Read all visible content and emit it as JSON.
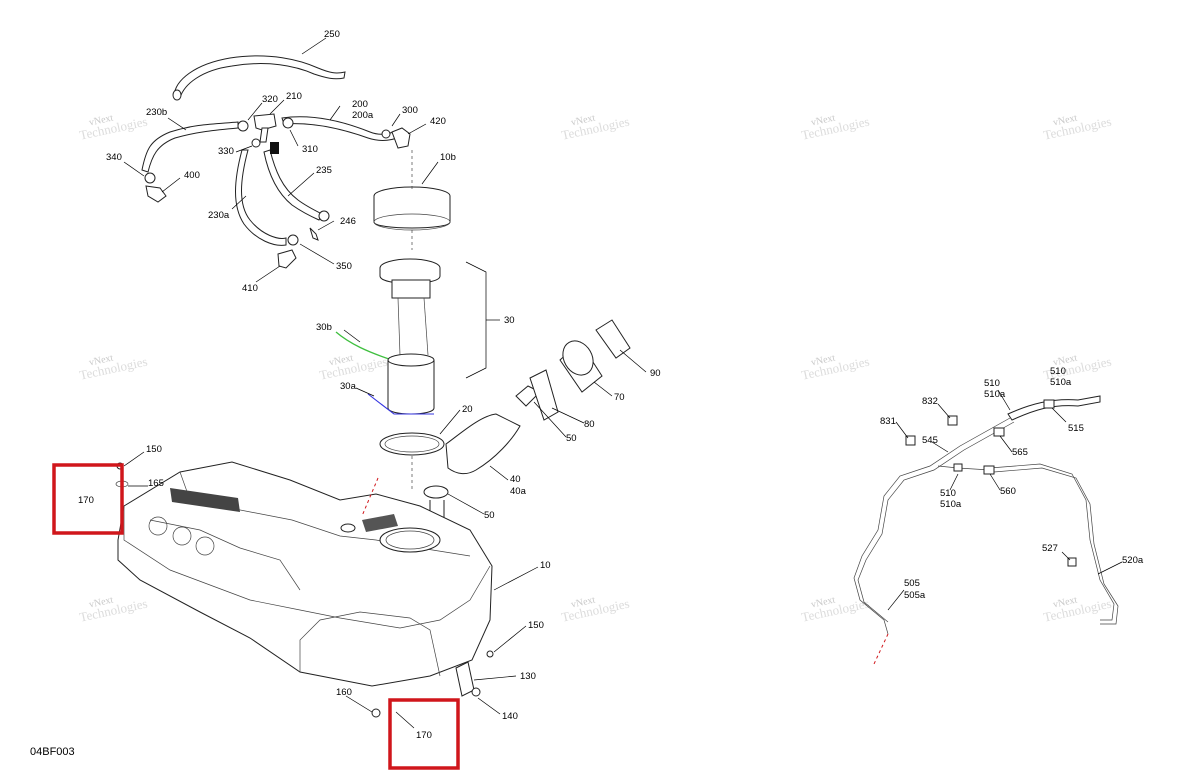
{
  "diagram": {
    "document_code": "04BF003",
    "watermark": {
      "line1": "vNext",
      "line2": "Technologies"
    },
    "callouts": [
      {
        "id": "c250",
        "text": "250"
      },
      {
        "id": "c230b",
        "text": "230b"
      },
      {
        "id": "c320",
        "text": "320"
      },
      {
        "id": "c210",
        "text": "210"
      },
      {
        "id": "c200",
        "text": "200"
      },
      {
        "id": "c200a",
        "text": "200a"
      },
      {
        "id": "c300",
        "text": "300"
      },
      {
        "id": "c420",
        "text": "420"
      },
      {
        "id": "c340",
        "text": "340"
      },
      {
        "id": "c330",
        "text": "330"
      },
      {
        "id": "c310",
        "text": "310"
      },
      {
        "id": "c400",
        "text": "400"
      },
      {
        "id": "c10b",
        "text": "10b"
      },
      {
        "id": "c235",
        "text": "235"
      },
      {
        "id": "c230a",
        "text": "230a"
      },
      {
        "id": "c246",
        "text": "246"
      },
      {
        "id": "c350",
        "text": "350"
      },
      {
        "id": "c410",
        "text": "410"
      },
      {
        "id": "c30",
        "text": "30"
      },
      {
        "id": "c30b",
        "text": "30b"
      },
      {
        "id": "c30a",
        "text": "30a"
      },
      {
        "id": "c90",
        "text": "90"
      },
      {
        "id": "c70",
        "text": "70"
      },
      {
        "id": "c80",
        "text": "80"
      },
      {
        "id": "c50a",
        "text": "50"
      },
      {
        "id": "c20",
        "text": "20"
      },
      {
        "id": "c40",
        "text": "40"
      },
      {
        "id": "c40a",
        "text": "40a"
      },
      {
        "id": "c50b",
        "text": "50"
      },
      {
        "id": "c150a",
        "text": "150"
      },
      {
        "id": "c170a",
        "text": "170"
      },
      {
        "id": "c165",
        "text": "165"
      },
      {
        "id": "c10",
        "text": "10"
      },
      {
        "id": "c150b",
        "text": "150"
      },
      {
        "id": "c130",
        "text": "130"
      },
      {
        "id": "c140",
        "text": "140"
      },
      {
        "id": "c160",
        "text": "160"
      },
      {
        "id": "c170b",
        "text": "170"
      },
      {
        "id": "c510a",
        "text": "510"
      },
      {
        "id": "c510aa",
        "text": "510a"
      },
      {
        "id": "c510b",
        "text": "510"
      },
      {
        "id": "c510ba",
        "text": "510a"
      },
      {
        "id": "c832",
        "text": "832"
      },
      {
        "id": "c831",
        "text": "831"
      },
      {
        "id": "c545",
        "text": "545"
      },
      {
        "id": "c565",
        "text": "565"
      },
      {
        "id": "c515",
        "text": "515"
      },
      {
        "id": "c510c",
        "text": "510"
      },
      {
        "id": "c510ca",
        "text": "510a"
      },
      {
        "id": "c560",
        "text": "560"
      },
      {
        "id": "c527",
        "text": "527"
      },
      {
        "id": "c520a",
        "text": "520a"
      },
      {
        "id": "c505",
        "text": "505"
      },
      {
        "id": "c505a",
        "text": "505a"
      }
    ],
    "highlight_color": "#d0161b",
    "line_color": "#222222"
  }
}
